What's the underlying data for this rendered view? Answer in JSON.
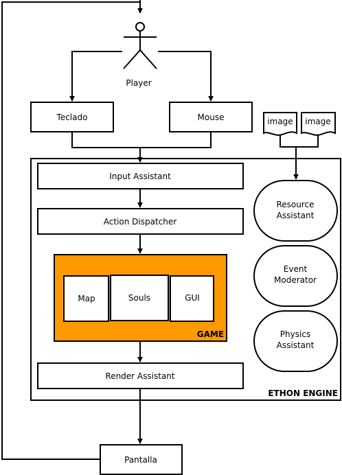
{
  "actor": {
    "label": "Player"
  },
  "inputs": {
    "keyboard": "Teclado",
    "mouse": "Mouse"
  },
  "resources": {
    "image_1": "image",
    "image_2": "image"
  },
  "engine": {
    "title": "ETHON ENGINE",
    "input_assistant": "Input Assistant",
    "action_dispatcher": "Action Dispatcher",
    "render_assistant": "Render Assistant",
    "game": {
      "title": "GAME",
      "fill_color": "#ff9900",
      "map": "Map",
      "souls": "Souls",
      "gui": "GUI"
    },
    "services": {
      "resource": [
        "Resource",
        "Assistant"
      ],
      "event": [
        "Event",
        "Moderator"
      ],
      "physics": [
        "Physics",
        "Assistant"
      ]
    }
  },
  "output": {
    "screen": "Pantalla"
  }
}
